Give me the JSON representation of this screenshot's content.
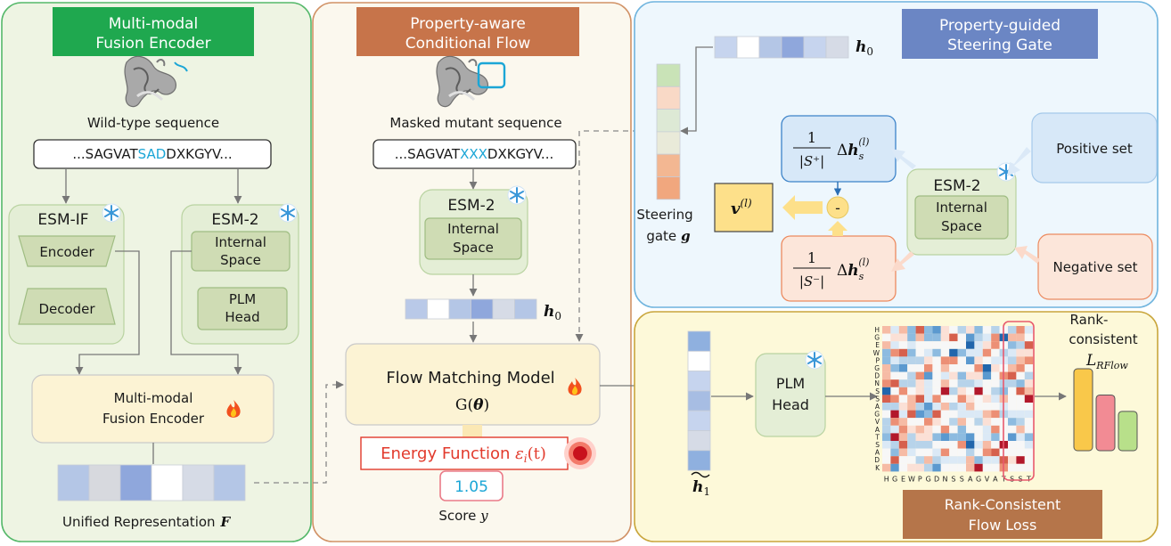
{
  "panel1": {
    "title_line1": "Multi-modal",
    "title_line2": "Fusion Encoder",
    "wild_type_label": "Wild-type sequence",
    "seq_prefix": "...SAGVAT",
    "seq_highlight": "SAD",
    "seq_suffix": "DXKGYV...",
    "esm_if_label": "ESM-IF",
    "encoder_label": "Encoder",
    "decoder_label": "Decoder",
    "esm2_label": "ESM-2",
    "internal_space_line1": "Internal",
    "internal_space_line2": "Space",
    "plm_head_line1": "PLM",
    "plm_head_line2": "Head",
    "fusion_line1": "Multi-modal",
    "fusion_line2": "Fusion Encoder",
    "unified_label": "Unified Representation",
    "unified_symbol": "F",
    "unified_colors": [
      "#b4c6e6",
      "#d7d9de",
      "#8fa7dc",
      "#ffffff",
      "#d6dbe6",
      "#b4c6e6"
    ]
  },
  "panel2": {
    "title_line1": "Property-aware",
    "title_line2": "Conditional Flow",
    "masked_label": "Masked mutant sequence",
    "seq_prefix": "...SAGVAT",
    "seq_highlight": "XXX",
    "seq_suffix": "DXKGYV...",
    "esm2_label": "ESM-2",
    "internal_space_line1": "Internal",
    "internal_space_line2": "Space",
    "h0_symbol": "h",
    "h0_sub": "0",
    "h0_colors": [
      "#b9c9e8",
      "#ffffff",
      "#b4c6e6",
      "#8fa7dc",
      "#d6dbe6",
      "#b4c6e6"
    ],
    "flow_title": "Flow Matching Model",
    "flow_g": "G(",
    "flow_theta": "θ",
    "flow_close": ")",
    "energy_text": "Energy Function ",
    "energy_symbol": "ε",
    "energy_sub": "i",
    "energy_arg": "(t)",
    "score_value": "1.05",
    "score_label": "Score ",
    "score_symbol": "y"
  },
  "panel3": {
    "title_line1": "Property-guided",
    "title_line2": "Steering Gate",
    "h0_symbol": "h",
    "h0_sub": "0",
    "h0_colors": [
      "#c6d4ee",
      "#ffffff",
      "#b4c6e6",
      "#8fa7dc",
      "#c6d4ee",
      "#d6dbe6"
    ],
    "gate_colors": [
      "#c9e3b7",
      "#f9d9c6",
      "#dde9d5",
      "#e9ead9",
      "#f3b792",
      "#f1a77e"
    ],
    "steering_line1": "Steering",
    "steering_line2": "gate",
    "steering_symbol": "g",
    "v_symbol": "v",
    "v_sup": "(l)",
    "pos_fraction": "1",
    "pos_denom": "|S⁺|",
    "neg_fraction": "1",
    "neg_denom": "|S⁻|",
    "delta_symbol": "Δ",
    "delta_h": "h",
    "delta_sub": "s",
    "delta_sup": "(l)",
    "minus": "-",
    "esm2_label": "ESM-2",
    "internal_space_line1": "Internal",
    "internal_space_line2": "Space",
    "positive_label": "Positive set",
    "negative_label": "Negative set"
  },
  "panel4": {
    "h1_symbol": "h",
    "h1_sub": "1",
    "h1_colors": [
      "#8fb0df",
      "#ffffff",
      "#c6d4ee",
      "#a7bde3",
      "#c6d4ee",
      "#d6dbe6",
      "#8fb0df"
    ],
    "plm_line1": "PLM",
    "plm_line2": "Head",
    "rank_line1": "Rank-",
    "rank_line2": "consistent",
    "loss_symbol": "L",
    "loss_sub": "RFlow",
    "title_line1": "Rank-Consistent",
    "title_line2": "Flow Loss",
    "row_labels": [
      "H",
      "G",
      "E",
      "W",
      "P",
      "G",
      "D",
      "N",
      "S",
      "S",
      "A",
      "G",
      "V",
      "A",
      "T",
      "S",
      "A",
      "D",
      "K"
    ],
    "col_labels": [
      "H",
      "G",
      "E",
      "W",
      "P",
      "G",
      "D",
      "N",
      "S",
      "S",
      "A",
      "G",
      "V",
      "A",
      "T",
      "S",
      "S",
      "T"
    ],
    "bar_colors": [
      "#f9c84a",
      "#f28b94",
      "#b8e08a"
    ],
    "bar_values": [
      1.0,
      0.68,
      0.48
    ]
  },
  "colors": {
    "panel1_bg": "#eef4e3",
    "panel1_border": "#55b86a",
    "panel1_title": "#1fa84f",
    "panel2_bg": "#fbf8ee",
    "panel2_border": "#d19266",
    "panel2_title": "#c7744a",
    "panel3_bg": "#eef7fd",
    "panel3_border": "#6fb4de",
    "panel3_title": "#6b86c4",
    "panel4_bg": "#fdf9d9",
    "panel4_border": "#c9a63c",
    "panel4_title": "#b5754a",
    "seq_highlight": "#1ba6d6",
    "energy_red": "#e23a2c"
  },
  "icons": {
    "snowflake": "snowflake-icon",
    "flame": "flame-icon",
    "protein": "protein-structure-icon",
    "energy_target": "energy-target-icon"
  }
}
